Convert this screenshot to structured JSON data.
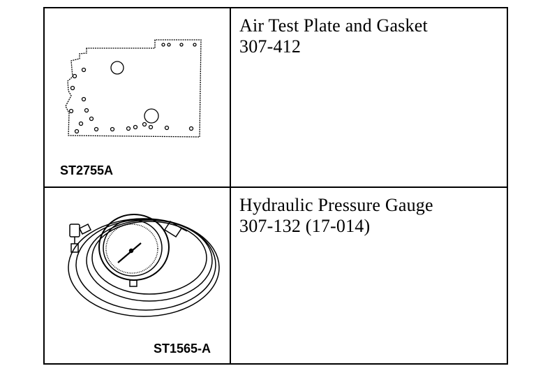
{
  "tools": [
    {
      "figure_id": "ST2755A",
      "name": "Air Test Plate and Gasket",
      "number": "307-412"
    },
    {
      "figure_id": "ST1565-A",
      "name": "Hydraulic Pressure Gauge",
      "number": "307-132 (17-014)"
    }
  ]
}
